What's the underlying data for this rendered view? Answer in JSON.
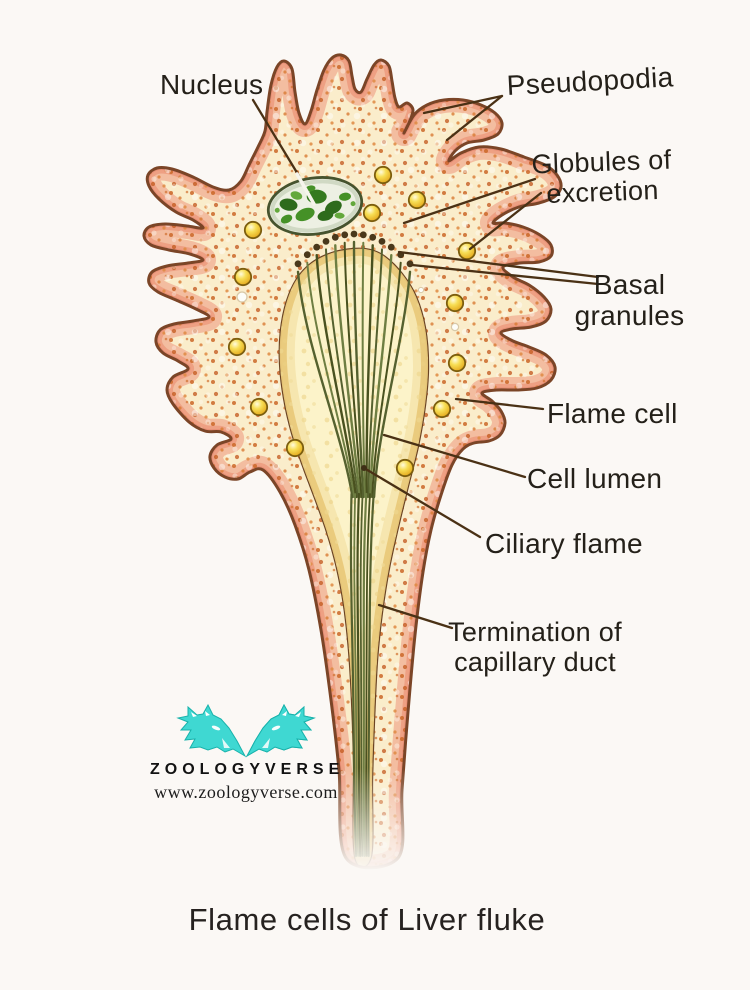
{
  "title": "Flame cells of Liver fluke",
  "labels": {
    "nucleus": "Nucleus",
    "pseudopodia": "Pseudopodia",
    "globules": "Globules of excretion",
    "basal_granules": "Basal granules",
    "flame_cell": "Flame cell",
    "cell_lumen": "Cell lumen",
    "ciliary_flame": "Ciliary flame",
    "termination": "Termination of capillary duct"
  },
  "watermark": {
    "icon": "twin-wolf-heads-icon",
    "brand": "ZOOLOGYVERSE",
    "website": "www.zoologyverse.com"
  },
  "colors": {
    "background": "#FBF8F5",
    "ink": "#242019",
    "leader": "#4A3115",
    "outline": "#7B4527",
    "cell_body": "#FAEDCB",
    "cell_rim": "#F3BDA0",
    "stipple": "#CC6828",
    "lumen": "#FCF3C9",
    "lumen_rim": "#E9C878",
    "cilia": "#55612F",
    "granule": "#4A381B",
    "globule": "#F7DE55",
    "nucleus_fill": "#EDF0E3",
    "nucleus_chromatin": "#2E6B1C",
    "logo_cyan": "#3FD8D2"
  }
}
